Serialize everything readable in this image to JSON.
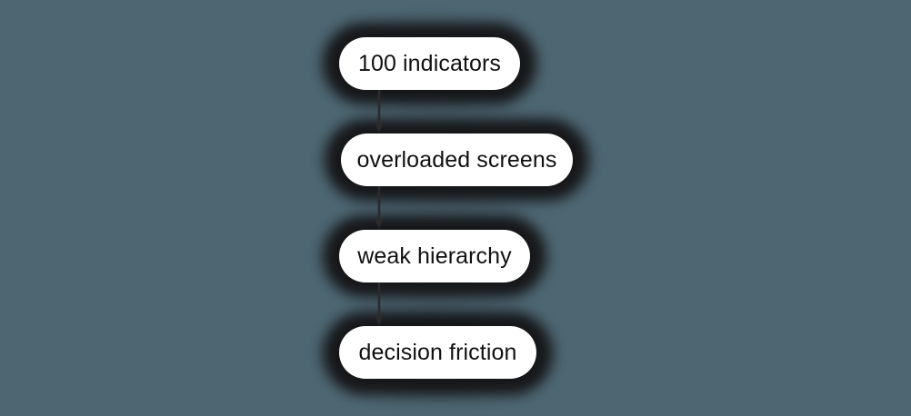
{
  "diagram": {
    "type": "vertical-flowchart",
    "background_color": "#4d6672",
    "node_fill_color": "#ffffff",
    "node_text_color": "#111111",
    "shadow_color": "#161618",
    "connector_color": "#2b2b2e",
    "nodes": [
      {
        "id": "n0",
        "label": "100 indicators"
      },
      {
        "id": "n1",
        "label": "overloaded screens"
      },
      {
        "id": "n2",
        "label": "weak hierarchy"
      },
      {
        "id": "n3",
        "label": "decision friction"
      }
    ],
    "edges": [
      {
        "from": "n0",
        "to": "n1",
        "marker": "arrow-down"
      },
      {
        "from": "n1",
        "to": "n2",
        "marker": "arrow-down"
      },
      {
        "from": "n2",
        "to": "n3",
        "marker": "arrow-down"
      }
    ]
  }
}
